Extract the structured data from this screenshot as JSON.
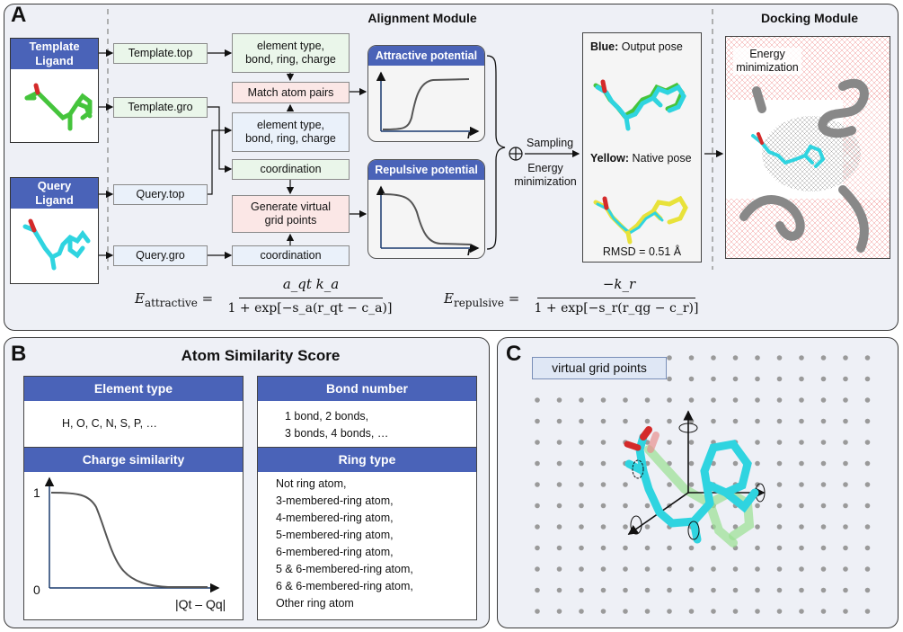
{
  "panel_a": {
    "label": "A",
    "alignment_title": "Alignment Module",
    "docking_title": "Docking Module",
    "template_ligand": "Template\nLigand",
    "query_ligand": "Query\nLigand",
    "files": {
      "template_top": "Template.top",
      "template_gro": "Template.gro",
      "query_top": "Query.top",
      "query_gro": "Query.gro"
    },
    "steps": {
      "element1": "element type,\nbond, ring, charge",
      "match": "Match atom pairs",
      "element2": "element type,\nbond, ring, charge",
      "coord1": "coordination",
      "generate": "Generate virtual\ngrid points",
      "coord2": "coordination"
    },
    "attractive": {
      "title": "Attractive potential",
      "axis": "r"
    },
    "repulsive": {
      "title": "Repulsive potential",
      "axis": "r"
    },
    "oplus": "⊕",
    "sampling": "Sampling",
    "energy_min": "Energy\nminimization",
    "blue_bold": "Blue:",
    "blue_text": " Output pose",
    "yellow_bold": "Yellow:",
    "yellow_text": " Native pose",
    "rmsd": "RMSD = 0.51 Å",
    "dock_label": "Energy\nminimization",
    "eq_attr_lhs": "E",
    "eq_attr_sub": "attractive",
    "eq_attr_num": "a_qt k_a",
    "eq_attr_den": "1 + exp[−s_a(r_qt − c_a)]",
    "eq_rep_lhs": "E",
    "eq_rep_sub": "repulsive",
    "eq_rep_num": "−k_r",
    "eq_rep_den": "1 + exp[−s_r(r_qg − c_r)]"
  },
  "panel_b": {
    "label": "B",
    "title": "Atom Similarity Score",
    "element_type": {
      "head": "Element type",
      "body": "H, O, C, N, S, P, …"
    },
    "bond_number": {
      "head": "Bond number",
      "lines": [
        "1 bond, 2 bonds,",
        "3 bonds, 4 bonds, …"
      ]
    },
    "charge": {
      "head": "Charge similarity",
      "y_top": "1",
      "y_bottom": "0",
      "x_label": "|Qt – Qq|"
    },
    "ring": {
      "head": "Ring type",
      "lines": [
        "Not ring atom,",
        "3-membered-ring atom,",
        "4-membered-ring atom,",
        "5-membered-ring atom,",
        "6-membered-ring atom,",
        "5 & 6-membered-ring atom,",
        "6 & 6-membered-ring atom,",
        "Other ring atom"
      ]
    }
  },
  "panel_c": {
    "label": "C",
    "tag": "virtual grid points"
  },
  "colors": {
    "header_blue": "#4a63b8",
    "cyan": "#2fd4e0",
    "green": "#45c43c",
    "yellow": "#e8e23a"
  }
}
